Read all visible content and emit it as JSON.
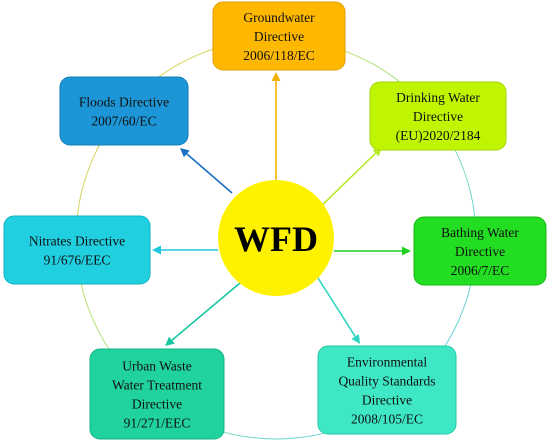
{
  "center": {
    "label": "WFD",
    "color": "#fff200"
  },
  "nodes": [
    {
      "id": "groundwater",
      "lines": [
        "Groundwater",
        "Directive",
        "2006/118/EC"
      ],
      "fill": "#ffb800",
      "stroke": "#e29d00",
      "arrow": "#f2b000"
    },
    {
      "id": "drinking-water",
      "lines": [
        "Drinking Water",
        "Directive",
        "(EU)2020/2184"
      ],
      "fill": "#bff500",
      "stroke": "#a6d600",
      "arrow": "#b8ea2a"
    },
    {
      "id": "bathing-water",
      "lines": [
        "Bathing Water",
        "Directive",
        "2006/7/EC"
      ],
      "fill": "#22dd22",
      "stroke": "#14b814",
      "arrow": "#1ecf1e"
    },
    {
      "id": "environmental-quality",
      "lines": [
        "Environmental",
        "Quality Standards",
        "Directive",
        "2008/105/EC"
      ],
      "fill": "#3fe8c4",
      "stroke": "#26c9a6",
      "arrow": "#2fd6c1"
    },
    {
      "id": "urban-waste-water",
      "lines": [
        "Urban Waste",
        "Water Treatment",
        "Directive",
        "91/271/EEC"
      ],
      "fill": "#20d39e",
      "stroke": "#12b585",
      "arrow": "#18c7a2"
    },
    {
      "id": "nitrates",
      "lines": [
        "Nitrates Directive",
        "91/676/EEC"
      ],
      "fill": "#20d0e0",
      "stroke": "#12b3c2",
      "arrow": "#1ec6dc"
    },
    {
      "id": "floods",
      "lines": [
        "Floods Directive",
        "2007/60/EC"
      ],
      "fill": "#1c96d6",
      "stroke": "#137cb4",
      "arrow": "#1a6fc4"
    }
  ]
}
